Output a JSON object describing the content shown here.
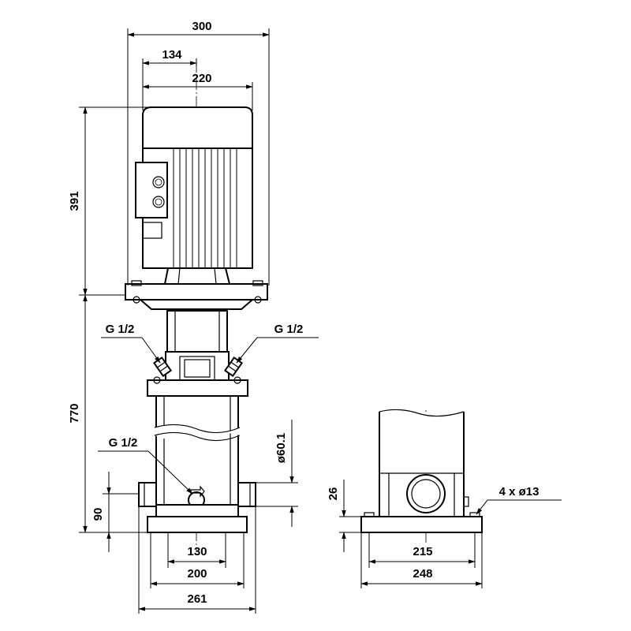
{
  "dimensions": {
    "overall_width": "300",
    "offset_134": "134",
    "motor_width": "220",
    "motor_height": "391",
    "total_height": "770",
    "base_height": "90",
    "pipe_diameter": "ø60.1",
    "port_spacing": "130",
    "foot_width": "200",
    "base_width": "261",
    "side_flange_height": "26",
    "side_foot_inner": "215",
    "side_foot_outer": "248",
    "mount_holes": "4 x ø13"
  },
  "ports": {
    "vent_left": "G 1/2",
    "vent_right": "G 1/2",
    "drain": "G 1/2"
  },
  "colors": {
    "line": "#000000",
    "background": "#ffffff"
  }
}
